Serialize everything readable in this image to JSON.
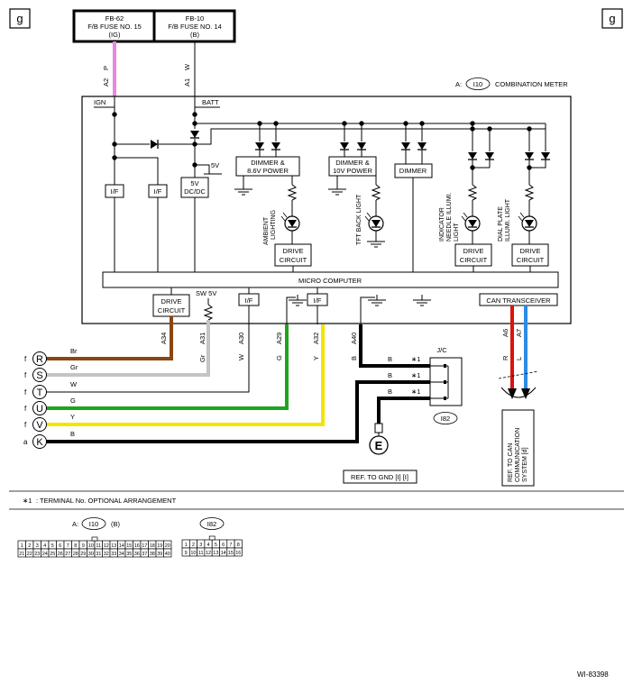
{
  "corner_labels": {
    "left": "g",
    "right": "g"
  },
  "fuses": [
    {
      "line1": "FB-62",
      "line2": "F/B FUSE NO. 15",
      "line3": "(IG)"
    },
    {
      "line1": "FB-10",
      "line2": "F/B FUSE NO. 14",
      "line3": "(B)"
    }
  ],
  "fuse_wires": {
    "ig": {
      "pin": "A2",
      "color": "P",
      "hex": "#e58ae0"
    },
    "batt": {
      "pin": "A1",
      "color": "W"
    }
  },
  "meter": {
    "prefix": "A:",
    "connector": "I10",
    "title": "COMBINATION METER",
    "ign": "IGN",
    "batt": "BATT",
    "v5": "5V",
    "if_label": "I/F",
    "dcdc_l1": "5V",
    "dcdc_l2": "DC/DC",
    "dimmer1_l1": "DIMMER &",
    "dimmer1_l2": "8.6V POWER",
    "dimmer2_l1": "DIMMER &",
    "dimmer2_l2": "10V POWER",
    "dimmer3": "DIMMER",
    "ambient_l1": "AMBIENT",
    "ambient_l2": "LIGHTING",
    "tft": "TFT BACK LIGHT",
    "ind_l1": "INDICATOR",
    "ind_l2": "NEEDLE ILLUMI.",
    "ind_l3": "LIGHT",
    "dial_l1": "DIAL PLATE",
    "dial_l2": "ILLUMI. LIGHT",
    "drive_l1": "DRIVE",
    "drive_l2": "CIRCUIT",
    "micro": "MICRO COMPUTER",
    "sw5v": "SW 5V",
    "can": "CAN TRANSCEIVER"
  },
  "pins": [
    {
      "pin": "A34",
      "color": "Br"
    },
    {
      "pin": "A31",
      "color": "Gr"
    },
    {
      "pin": "A30",
      "color": "W"
    },
    {
      "pin": "A29",
      "color": "G"
    },
    {
      "pin": "A32",
      "color": "Y"
    },
    {
      "pin": "A40",
      "color": "B"
    },
    {
      "pin": "A6",
      "color": "R"
    },
    {
      "pin": "A7",
      "color": "L"
    }
  ],
  "wire_colors": {
    "Br": "#8b4513",
    "Gr": "#c4c4c4",
    "G": "#1ea51e",
    "Y": "#f2e600",
    "R": "#dd1111",
    "L": "#2e8be6",
    "B": "#000000"
  },
  "left_wires": [
    {
      "prefix": "f",
      "letter": "R",
      "color": "Br"
    },
    {
      "prefix": "f",
      "letter": "S",
      "color": "Gr"
    },
    {
      "prefix": "f",
      "letter": "T",
      "color": "W"
    },
    {
      "prefix": "f",
      "letter": "U",
      "color": "G"
    },
    {
      "prefix": "f",
      "letter": "V",
      "color": "Y"
    },
    {
      "prefix": "a",
      "letter": "K",
      "color": "B"
    }
  ],
  "jc": {
    "title": "J/C",
    "connector": "I82",
    "wire": "B",
    "note_mark": "∗1"
  },
  "ground": {
    "letter": "E",
    "ref": "REF. TO GND [I] [I]"
  },
  "can_ref": {
    "l1": "REF. TO CAN",
    "l2": "COMMUNICATION",
    "l3": "SYSTEM [d]"
  },
  "footnote": {
    "mark": "∗1",
    "text": ": TERMINAL No. OPTIONAL ARRANGEMENT"
  },
  "connectors": {
    "i10": {
      "prefix": "A:",
      "name": "I10",
      "suffix": "(B)",
      "row1": [
        "1",
        "2",
        "3",
        "4",
        "5",
        "6",
        "7",
        "8",
        "9",
        "10",
        "11",
        "12",
        "13",
        "14",
        "15",
        "16",
        "17",
        "18",
        "19",
        "20"
      ],
      "row2": [
        "21",
        "22",
        "23",
        "24",
        "25",
        "26",
        "27",
        "28",
        "29",
        "30",
        "31",
        "32",
        "33",
        "34",
        "35",
        "36",
        "37",
        "38",
        "39",
        "40"
      ]
    },
    "i82": {
      "name": "I82",
      "row1": [
        "1",
        "2",
        "3",
        "4",
        "5",
        "6",
        "7",
        "8"
      ],
      "row2": [
        "9",
        "10",
        "11",
        "12",
        "13",
        "14",
        "15",
        "16"
      ]
    }
  },
  "figure_id": "WI-83398"
}
